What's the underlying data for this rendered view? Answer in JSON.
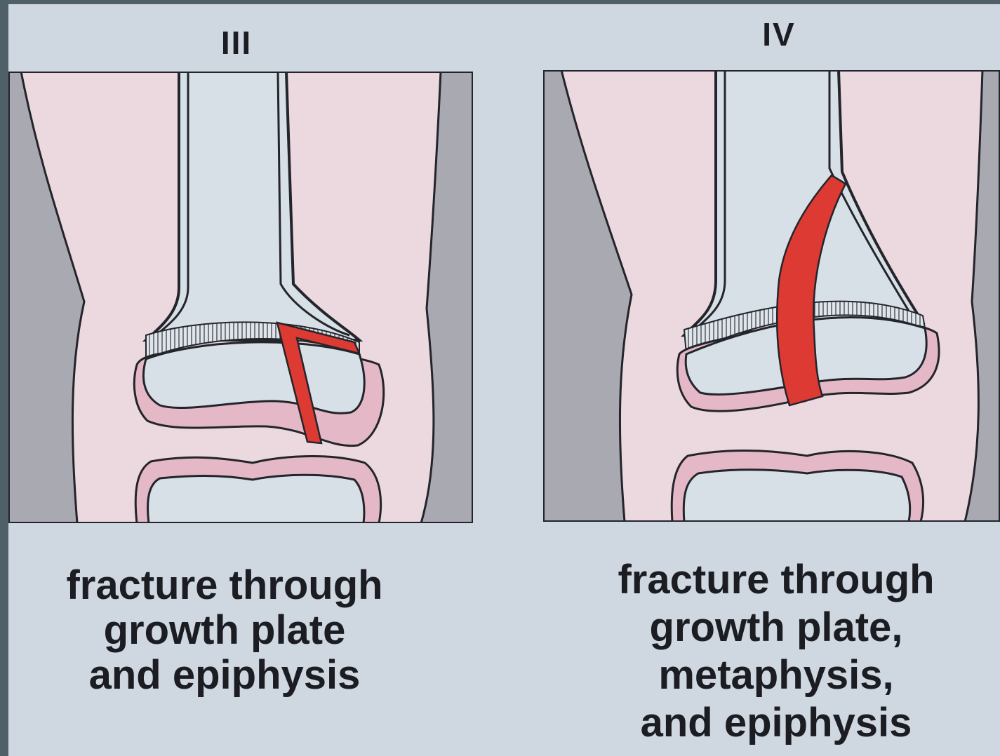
{
  "panels": [
    {
      "numeral": "III",
      "caption": [
        "fracture through",
        "growth plate",
        "and epiphysis"
      ]
    },
    {
      "numeral": "IV",
      "caption": [
        "fracture through",
        "growth plate,",
        "metaphysis,",
        "and epiphysis"
      ]
    }
  ],
  "colors": {
    "background": "#cfd7e0",
    "soft_tissue": "#ecd8df",
    "shadow": "#a9a9b1",
    "bone": "#d8e0e7",
    "cartilage": "#e4b8c6",
    "fracture": "#dc3a32",
    "outline": "#23252b"
  }
}
